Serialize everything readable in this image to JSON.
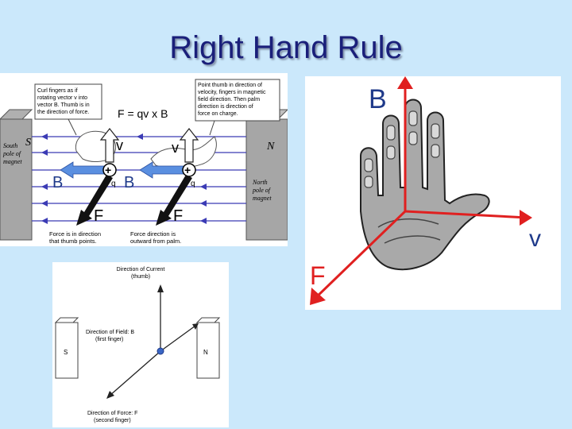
{
  "slide": {
    "title": "Right Hand Rule"
  },
  "top_left_diagram": {
    "note_curl_lines": [
      "Curl fingers as if",
      "rotating vector v into",
      "vector B. Thumb is in",
      "the direction of force."
    ],
    "note_point_lines": [
      "Point thumb in direction of",
      "velocity, fingers in magnetic",
      "field direction. Then palm",
      "direction is direction of",
      "force on charge."
    ],
    "equation": "F = qv x B",
    "south_pole_label": "S",
    "south_caption_lines": [
      "South",
      "pole of",
      "magnet"
    ],
    "north_pole_label": "N",
    "north_caption_lines": [
      "North",
      "pole of",
      "magnet"
    ],
    "label_v": "v",
    "label_B": "B",
    "label_F": "F",
    "label_q": "q",
    "caption_thumb_lines": [
      "Force is in direction",
      "that thumb points."
    ],
    "caption_palm_lines": [
      "Force direction is",
      "outward from palm."
    ]
  },
  "right_hand_diagram": {
    "label_B": "B",
    "label_v": "v",
    "label_F": "F"
  },
  "bottom_diagram": {
    "current_label_lines": [
      "Direction of Current",
      "(thumb)"
    ],
    "field_label_lines": [
      "Direction of Field: B",
      "(first finger)"
    ],
    "force_label_lines": [
      "Direction of Force: F",
      "(second finger)"
    ],
    "south_label": "S",
    "north_label": "N"
  },
  "colors": {
    "title": "#1a1f7a",
    "background": "#cbe8fb",
    "field_lines": "#3b3bb5",
    "arrow_red": "#e02020",
    "label_blue": "#1f3a8a",
    "arrow_blue": "#5a8fe0"
  }
}
